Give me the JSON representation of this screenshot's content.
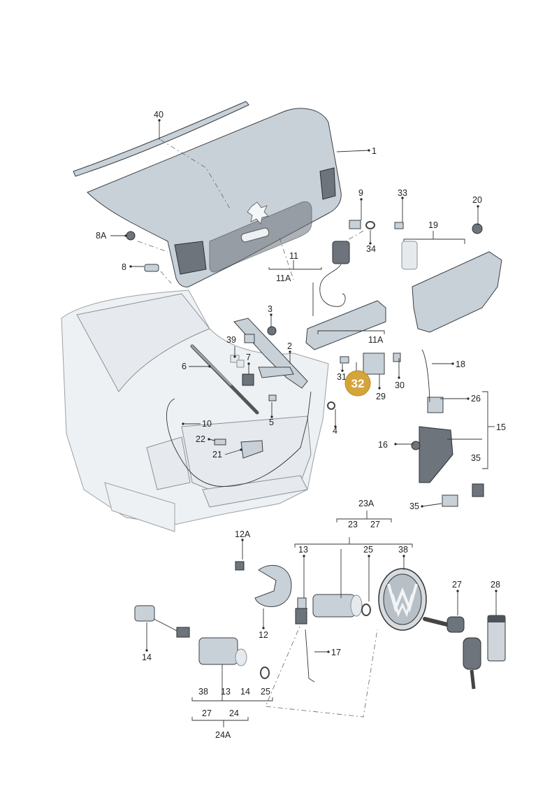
{
  "highlight": {
    "label": "32",
    "color": "#d4a63a"
  },
  "labels": {
    "p1": "1",
    "p2": "2",
    "p3": "3",
    "p4": "4",
    "p5": "5",
    "p6": "6",
    "p7": "7",
    "p8": "8",
    "p8a": "8A",
    "p9": "9",
    "p10": "10",
    "p11": "11",
    "p11a_top": "11A",
    "p11a_bottom": "11A",
    "p12": "12",
    "p12a": "12A",
    "p13_top": "13",
    "p13_bottom": "13",
    "p14_bottom_left": "14",
    "p14_group": "14",
    "p15": "15",
    "p16": "16",
    "p17": "17",
    "p18": "18",
    "p19": "19",
    "p20": "20",
    "p21": "21",
    "p22": "22",
    "p23a": "23A",
    "p23": "23",
    "p24": "24",
    "p24a": "24A",
    "p25_top": "25",
    "p25_bottom": "25",
    "p26": "26",
    "p27_top": "27",
    "p27_right": "27",
    "p27_bottom": "27",
    "p28": "28",
    "p29": "29",
    "p30": "30",
    "p31": "31",
    "p33": "33",
    "p34": "34",
    "p35_right": "35",
    "p35_bottom": "35",
    "p38_top": "38",
    "p38_bottom": "38",
    "p39": "39",
    "p40": "40"
  },
  "icons": {
    "emblem": "vw-roundel-icon",
    "key": "folding-key-icon",
    "cylinder": "lock-cylinder-icon",
    "grease": "grease-tube-icon"
  }
}
